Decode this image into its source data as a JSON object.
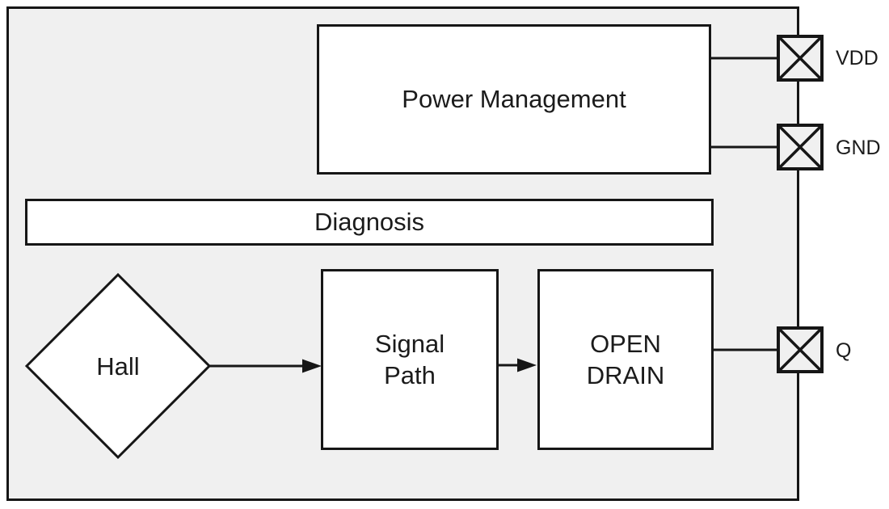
{
  "diagram": {
    "blocks": {
      "power_management": {
        "label": "Power Management"
      },
      "diagnosis": {
        "label": "Diagnosis"
      },
      "hall": {
        "label": "Hall",
        "shape": "diamond"
      },
      "signal_path": {
        "label": "Signal\nPath"
      },
      "open_drain": {
        "label": "OPEN\nDRAIN"
      }
    },
    "pins": [
      {
        "id": "vdd",
        "label": "VDD",
        "symbol": "crossed-square"
      },
      {
        "id": "gnd",
        "label": "GND",
        "symbol": "crossed-square"
      },
      {
        "id": "q",
        "label": "Q",
        "symbol": "crossed-square"
      }
    ],
    "connections": [
      {
        "from": "power_management",
        "to": "VDD",
        "arrow": false
      },
      {
        "from": "power_management",
        "to": "GND",
        "arrow": false
      },
      {
        "from": "hall",
        "to": "signal_path",
        "arrow": true
      },
      {
        "from": "signal_path",
        "to": "open_drain",
        "arrow": true
      },
      {
        "from": "open_drain",
        "to": "Q",
        "arrow": false
      }
    ],
    "colors": {
      "chip_background": "#f0f0f0",
      "block_fill": "#ffffff",
      "line": "#161616",
      "text": "#1b1b1b",
      "page_background": "#ffffff"
    }
  }
}
